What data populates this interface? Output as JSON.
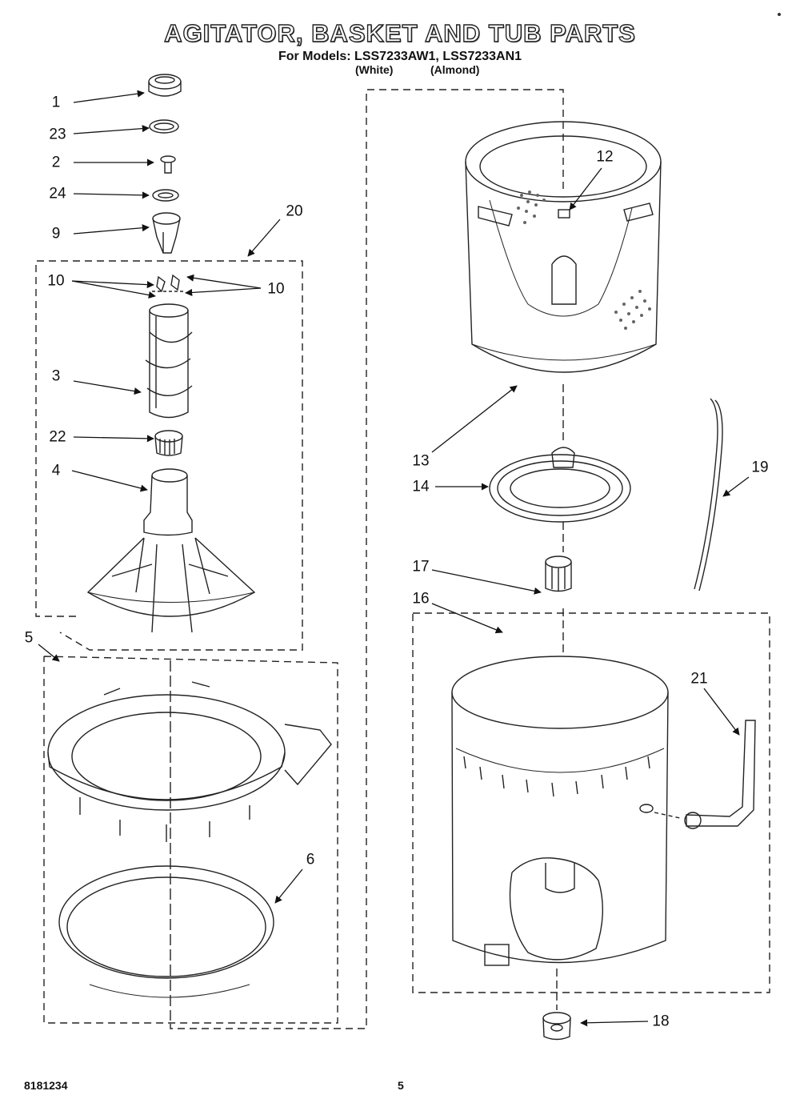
{
  "header": {
    "title": "AGITATOR, BASKET AND TUB PARTS",
    "subtitle": "For Models: LSS7233AW1, LSS7233AN1",
    "color_white": "(White)",
    "color_almond": "(Almond)"
  },
  "callouts": {
    "c1": "1",
    "c23": "23",
    "c2": "2",
    "c24": "24",
    "c9": "9",
    "c20": "20",
    "c10a": "10",
    "c10b": "10",
    "c3": "3",
    "c22": "22",
    "c4": "4",
    "c5": "5",
    "c6": "6",
    "c12": "12",
    "c13": "13",
    "c14": "14",
    "c19": "19",
    "c17": "17",
    "c16": "16",
    "c21": "21",
    "c18": "18"
  },
  "footer": {
    "code": "8181234",
    "page": "5"
  }
}
